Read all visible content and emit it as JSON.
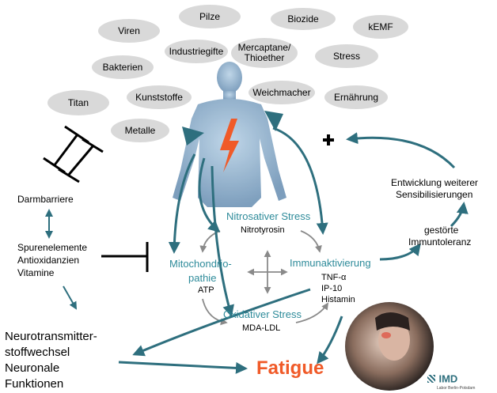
{
  "stressors": [
    "Viren",
    "Pilze",
    "Biozide",
    "kEMF",
    "Industriegifte",
    "Mercaptane/ Thioether",
    "Stress",
    "Bakterien",
    "Titan",
    "Kunststoffe",
    "Weichmacher",
    "Ernährung",
    "Metalle"
  ],
  "left": {
    "barrier": "Darmbarriere",
    "nutrients": [
      "Spurenelemente",
      "Antioxidanzien",
      "Vitamine"
    ],
    "neuro": [
      "Neurotransmitter-",
      "stoffwechsel",
      "Neuronale",
      "Funktionen"
    ]
  },
  "center": {
    "nitro_title": "Nitrosativer Stress",
    "nitro_sub": "Nitrotyrosin",
    "mito_title_1": "Mitochondrio-",
    "mito_title_2": "pathie",
    "mito_sub": "ATP",
    "immun_title": "Immunaktivierung",
    "immun_sub": [
      "TNF-α",
      "IP-10",
      "Histamin"
    ],
    "oxid_title": "Oxidativer Stress",
    "oxid_sub": "MDA-LDL"
  },
  "right": {
    "toleranz": [
      "gestörte",
      "Immuntoleranz"
    ],
    "sensib": [
      "Entwicklung weiterer",
      "Sensibilisierungen"
    ],
    "plus": "+"
  },
  "fatigue": "Fatigue",
  "logo": {
    "name": "IMD",
    "sub": "Labor Berlin-Potsdam"
  },
  "colors": {
    "teal": "#2e6f7e",
    "orange": "#f05a28",
    "ellipse": "#d9d9d9"
  }
}
